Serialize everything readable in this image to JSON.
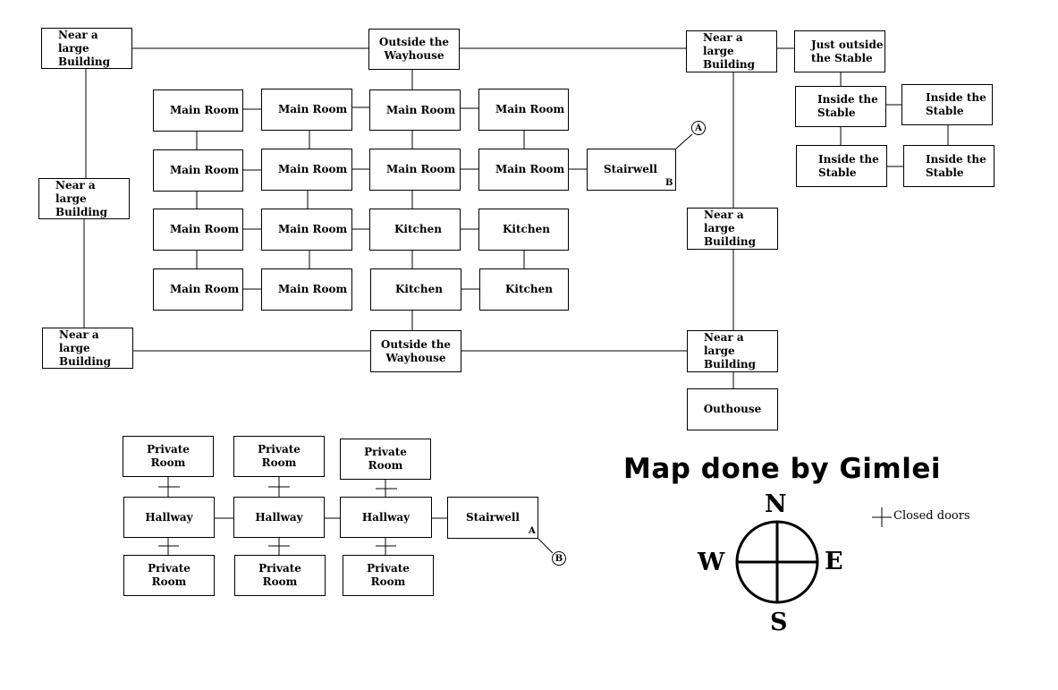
{
  "rooms": {
    "near_large_nw": "Near a large\nBuilding",
    "outside_wayhouse_n": "Outside the\nWayhouse",
    "near_large_ne": "Near a large\nBuilding",
    "just_outside_stable": "Just outside\nthe Stable",
    "near_large_w": "Near a large\nBuilding",
    "main_room_r1c1": "Main Room",
    "main_room_r1c2": "Main Room",
    "main_room_r1c3": "Main Room",
    "main_room_r1c4": "Main Room",
    "main_room_r2c1": "Main Room",
    "main_room_r2c2": "Main Room",
    "main_room_r2c3": "Main Room",
    "main_room_r2c4": "Main Room",
    "stairwell_main": "Stairwell",
    "main_room_r3c1": "Main Room",
    "main_room_r3c2": "Main Room",
    "kitchen_r3c3": "Kitchen",
    "kitchen_r3c4": "Kitchen",
    "main_room_r4c1": "Main Room",
    "main_room_r4c2": "Main Room",
    "kitchen_r4c3": "Kitchen",
    "kitchen_r4c4": "Kitchen",
    "inside_stable_1": "Inside the\nStable",
    "inside_stable_2": "Inside the\nStable",
    "inside_stable_3": "Inside the\nStable",
    "inside_stable_4": "Inside the\nStable",
    "near_large_e": "Near a large\nBuilding",
    "near_large_sw": "Near a large\nBuilding",
    "outside_wayhouse_s": "Outside the\nWayhouse",
    "near_large_se": "Near a large\nBuilding",
    "outhouse": "Outhouse",
    "private_room_t1": "Private\nRoom",
    "private_room_t2": "Private\nRoom",
    "private_room_t3": "Private\nRoom",
    "hallway_1": "Hallway",
    "hallway_2": "Hallway",
    "hallway_3": "Hallway",
    "stairwell_upper": "Stairwell",
    "private_room_b1": "Private\nRoom",
    "private_room_b2": "Private\nRoom",
    "private_room_b3": "Private\nRoom"
  },
  "markers": {
    "stairwell_main_corner": "B",
    "stairwell_main_link": "A",
    "stairwell_upper_corner": "A",
    "stairwell_upper_link": "B"
  },
  "title": "Map done by Gimlei",
  "compass": {
    "north": "N",
    "south": "S",
    "east": "E",
    "west": "W"
  },
  "legend": {
    "closed_doors": "Closed doors"
  }
}
